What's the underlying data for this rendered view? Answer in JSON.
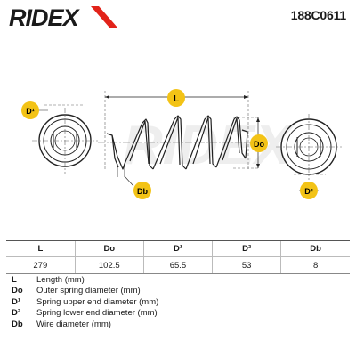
{
  "brand": {
    "logo_text": "RIDEX",
    "accent": "#e2231a"
  },
  "part_number": "188C0611",
  "drawing": {
    "labels": {
      "length": "L",
      "outer_diameter": "Do",
      "upper_end_diameter": "D¹",
      "lower_end_diameter": "D²",
      "wire_diameter": "Db"
    },
    "watermark": "RIDEX",
    "badge_color": "#f3c316"
  },
  "specs": {
    "headers": [
      "L",
      "Do",
      "D¹",
      "D²",
      "Db"
    ],
    "values": [
      "279",
      "102.5",
      "65.5",
      "53",
      "8"
    ]
  },
  "legend": [
    {
      "symbol": "L",
      "desc": "Length (mm)"
    },
    {
      "symbol": "Do",
      "desc": "Outer spring diameter (mm)"
    },
    {
      "symbol": "D¹",
      "desc": "Spring upper end diameter (mm)"
    },
    {
      "symbol": "D²",
      "desc": "Spring lower end diameter (mm)"
    },
    {
      "symbol": "Db",
      "desc": "Wire diameter (mm)"
    }
  ]
}
